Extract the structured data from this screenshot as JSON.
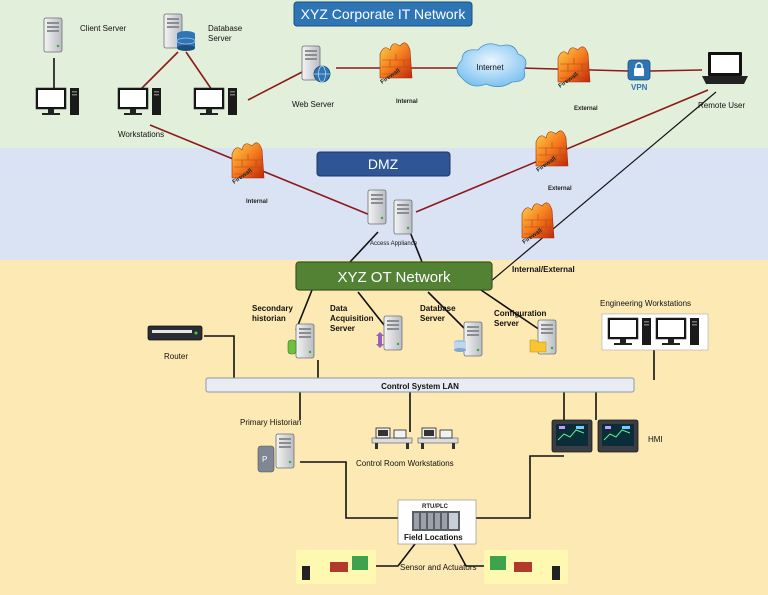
{
  "zones": {
    "corporate": "XYZ Corporate IT Network",
    "dmz": "DMZ",
    "ot": "XYZ OT Network"
  },
  "nodes": {
    "client_server": "Client Server",
    "database_server": "Database\nServer",
    "workstations": "Workstations",
    "web_server": "Web Server",
    "internet": "Internet",
    "vpn": "VPN",
    "remote_user": "Remote User",
    "access_appliance": "Access Appliance",
    "router": "Router",
    "secondary_historian": "Secondary\nhistorian",
    "data_acquisition_server": "Data\nAcquisition\nServer",
    "ot_database_server": "Database\nServer",
    "configuration_server": "Configuration\nServer",
    "engineering_workstations": "Engineering Workstations",
    "control_system_lan": "Control System LAN",
    "primary_historian": "Primary Historian",
    "control_room_workstations": "Control Room Workstations",
    "hmi": "HMI",
    "rtu_plc": "RTU/PLC",
    "field_locations": "Field Locations",
    "sensor_actuators": "Sensor and Actuators"
  },
  "firewalls": {
    "word": "Firewall",
    "corp_internal": "Internal",
    "corp_external": "External",
    "dmz_internal": "Internal",
    "dmz_external": "External",
    "ot_label": "Internal/External"
  },
  "colors": {
    "corporate_bg": "#e2efda",
    "dmz_bg": "#dae3f3",
    "ot_bg": "#fde9b4",
    "corporate_label_bg": "#2e75b6",
    "dmz_label_bg": "#2f5597",
    "ot_label_bg": "#548235",
    "link_red": "#8b1a1a",
    "link_black": "#111111"
  }
}
